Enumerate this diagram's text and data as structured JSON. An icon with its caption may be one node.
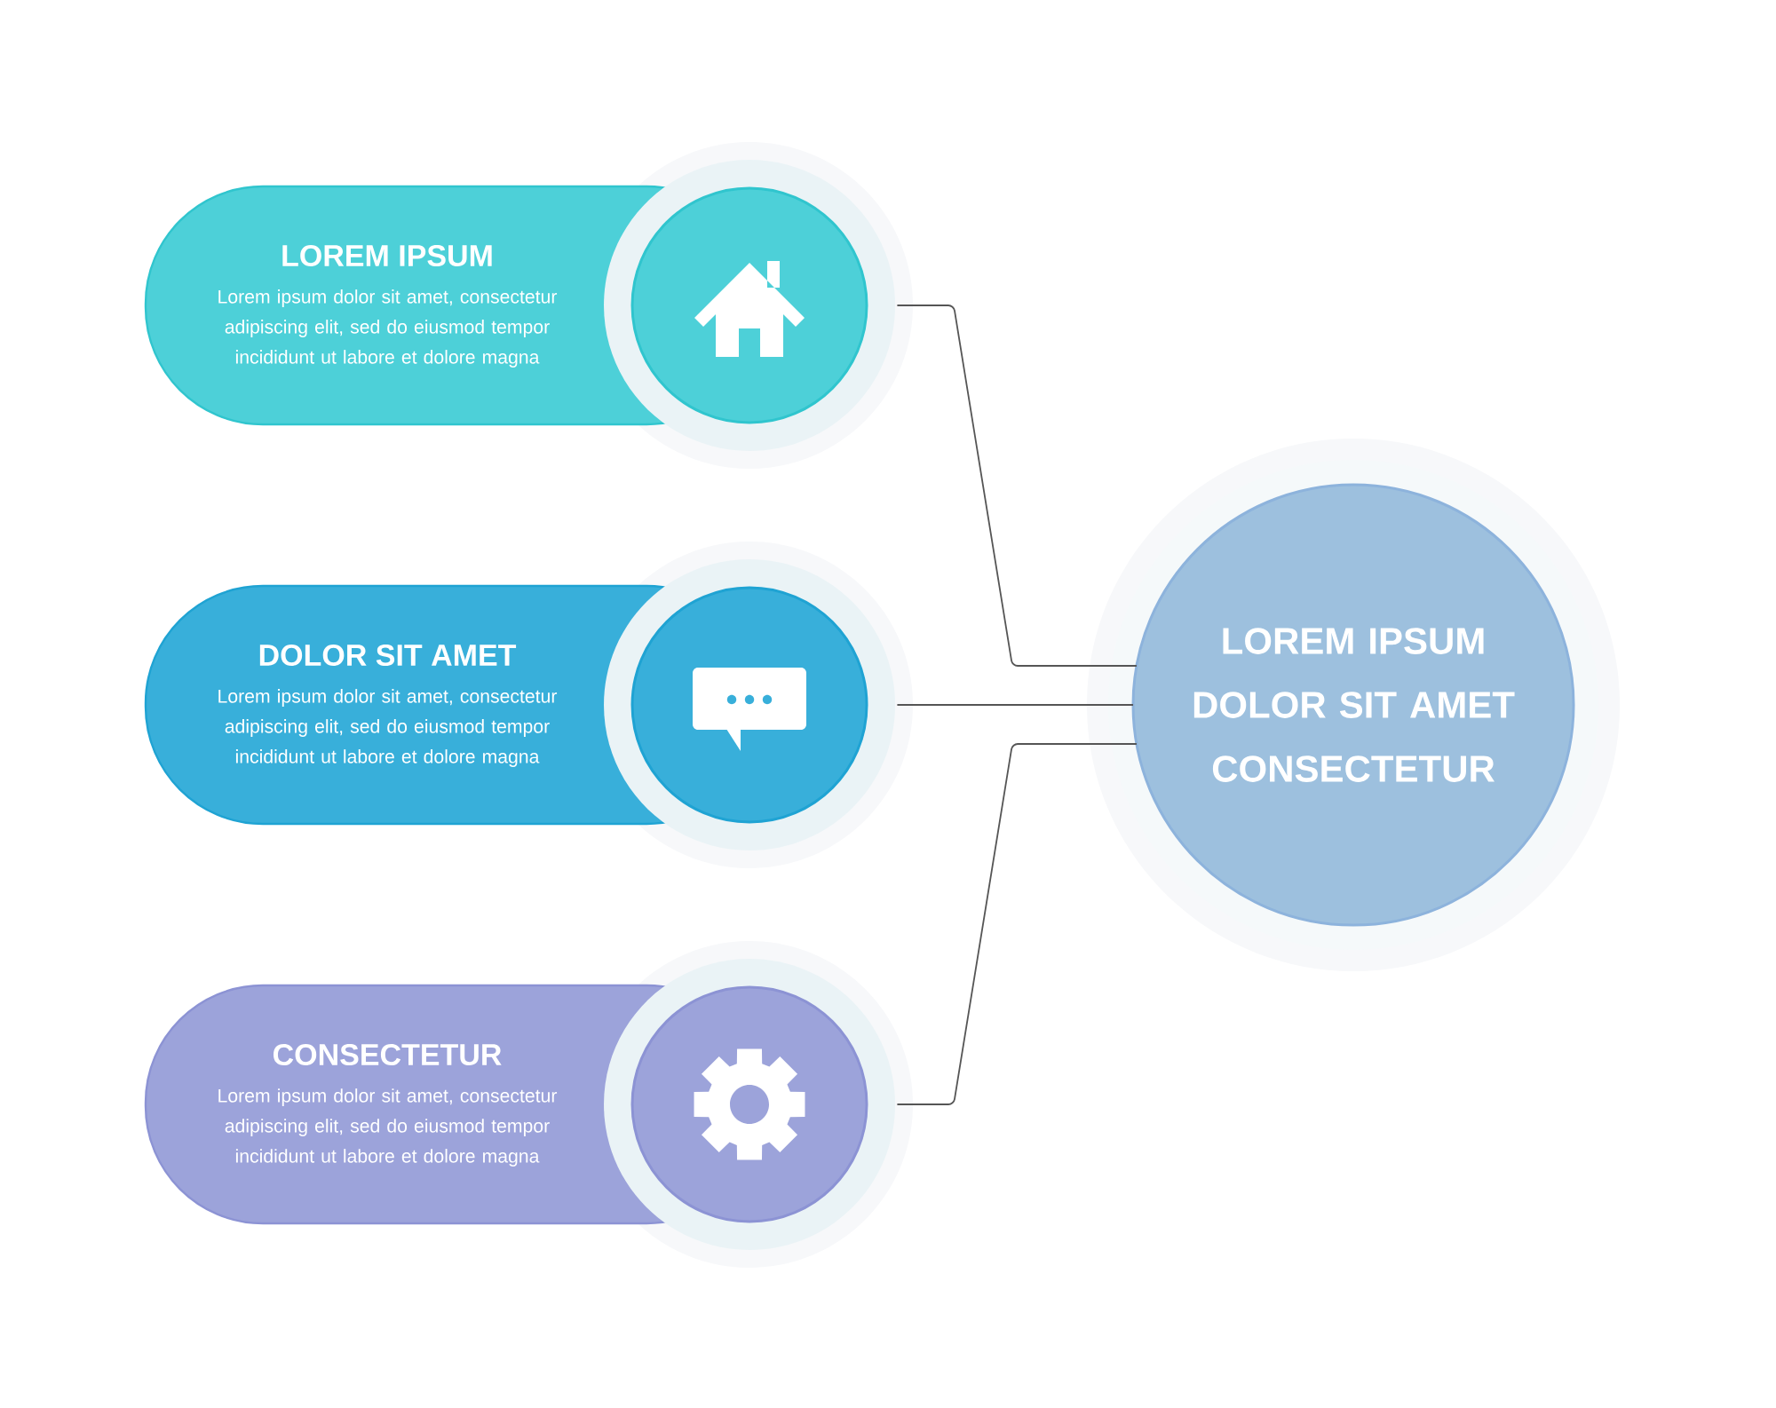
{
  "diagram": {
    "nodes": [
      {
        "text": [
          "LOREM IPSUM",
          "Lorem ipsum dolor sit amet, consectetur adipiscing elit, sed do eiusmod tempor incididunt ut labore et dolore magna"
        ]
      },
      {
        "text": [
          "DOLOR SIT AMET",
          "Lorem ipsum dolor sit amet, consectetur adipiscing elit, sed do eiusmod tempor incididunt ut labore et dolore magna"
        ]
      },
      {
        "text": [
          "CONSECTETUR",
          "Lorem ipsum dolor sit amet, consectetur adipiscing elit, sed do eiusmod tempor incididunt ut labore et dolore magna"
        ]
      },
      {
        "text": [
          "LOREM IPSUM DOLOR SIT AMET CONSECTETUR"
        ]
      }
    ],
    "edges": [
      {
        "from": 0,
        "to": 3,
        "arrow": "none"
      },
      {
        "from": 1,
        "to": 3,
        "arrow": "none"
      },
      {
        "from": 2,
        "to": 3,
        "arrow": "none"
      }
    ]
  }
}
